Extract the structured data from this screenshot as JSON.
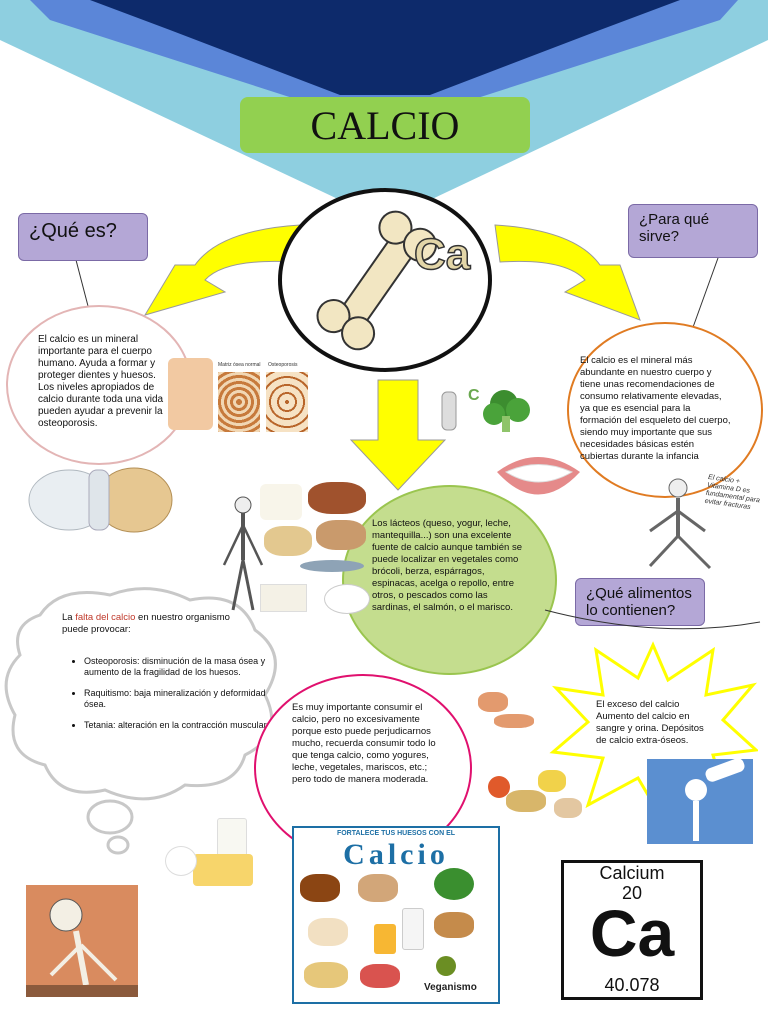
{
  "title": "CALCIO",
  "center_symbol": "Ca",
  "q_what": "¿Qué es?",
  "q_purpose": "¿Para qué sirve?",
  "q_foods": "¿Qué alimentos lo contienen?",
  "what_text": "El calcio es un mineral importante para el cuerpo humano. Ayuda a formar y proteger dientes y huesos. Los niveles apropiados de calcio durante toda una vida pueden ayudar a prevenir la osteoporosis.",
  "purpose_text": "El calcio es el mineral más abundante en nuestro cuerpo y tiene unas recomendaciones de consumo relativamente elevadas, ya que es esencial para la formación del esqueleto del cuerpo, siendo muy importante que sus necesidades básicas estén cubiertas durante la infancia",
  "foods_text": "Los lácteos (queso, yogur, leche, mantequilla...) son una excelente fuente de calcio aunque también se puede localizar en vegetales como brócoli, berza, espárragos, espinacas, acelga o repollo, entre otros, o pescados como las sardinas, el salmón, o el marisco.",
  "deficiency": {
    "prefix": "La ",
    "highlight": "falta del calcio",
    "suffix": " en nuestro organismo puede provocar:",
    "items": [
      "Osteoporosis: disminución de la masa ósea y aumento de la fragilidad de los huesos.",
      "Raquitismo: baja mineralización y deformidad ósea.",
      "Tetania: alteración en la contracción muscular."
    ]
  },
  "moderation_text": "Es muy importante consumir el calcio, pero no excesivamente porque esto puede perjudicarnos mucho, recuerda consumir todo lo que tenga calcio, como yogures, leche, vegetales, mariscos, etc.; pero todo de manera moderada.",
  "excess_text": "El exceso del calcio Aumento del calcio en sangre y orina. Depósitos de calcio extra-óseos.",
  "bone_labels": [
    "Matriz ósea normal",
    "Osteoporosis"
  ],
  "vitd_note": "El calcio + Vitamina D es fundamental para evitar fracturas",
  "poster": {
    "header": "FORTALECE TUS HUESOS CON EL",
    "title": "Calcio",
    "brand": "Veganismo"
  },
  "element": {
    "name": "Calcium",
    "number": "20",
    "symbol": "Ca",
    "mass": "40.078"
  },
  "colors": {
    "title_bg": "#92d050",
    "arrow": "#ffff00",
    "question_bg": "#b4a7d6",
    "navy": "#0d2a6b"
  }
}
